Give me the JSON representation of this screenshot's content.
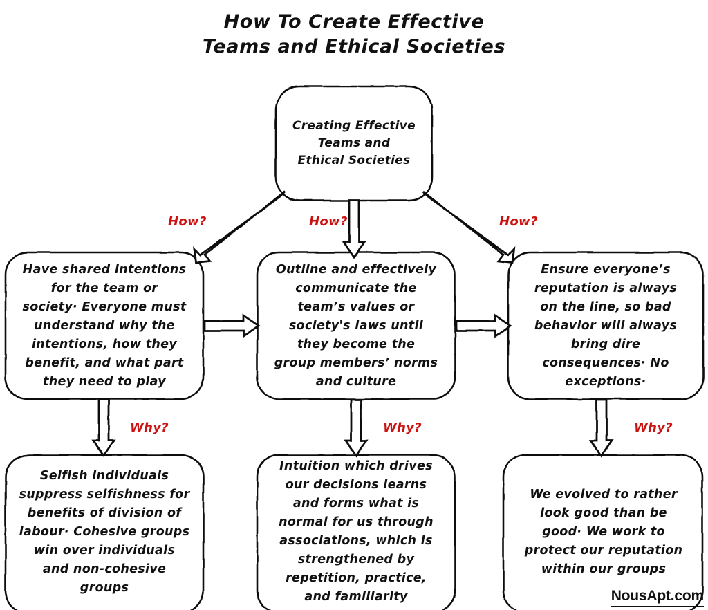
{
  "title": "How To Create Effective\nTeams and Ethical Societies",
  "colors": {
    "background": "#ffffff",
    "stroke": "#111111",
    "label_red": "#cc1111",
    "text": "#111111"
  },
  "diagram": {
    "type": "flowchart",
    "root": {
      "id": "root",
      "text": "Creating Effective\nTeams and\nEthical Societies"
    },
    "middle_row": [
      {
        "id": "m1",
        "text": "Have shared intentions\nfor the team or\nsociety· Everyone must\nunderstand why the\nintentions, how they\nbenefit, and what part\nthey need to play"
      },
      {
        "id": "m2",
        "text": "Outline and effectively\ncommunicate the\nteam’s values or\nsociety's laws until\nthey become the\ngroup members’ norms\nand culture"
      },
      {
        "id": "m3",
        "text": "Ensure everyone’s\nreputation is always\non the line, so bad\nbehavior will always\nbring dire\nconsequences· No\nexceptions·"
      }
    ],
    "bottom_row": [
      {
        "id": "b1",
        "text": "Selfish individuals\nsuppress selfishness for\nbenefits of division of\nlabour· Cohesive groups\nwin over individuals\nand non-cohesive\ngroups"
      },
      {
        "id": "b2",
        "text": "Intuition which drives\nour decisions learns\nand forms what is\nnormal for us through\nassociations, which is\nstrengthened by\nrepetition, practice,\nand familiarity"
      },
      {
        "id": "b3",
        "text": "We evolved to rather\nlook good than be\ngood· We work to\nprotect our reputation\nwithin our groups"
      }
    ],
    "edge_labels": {
      "how_left": "How?",
      "how_middle": "How?",
      "how_right": "How?",
      "why_left": "Why?",
      "why_middle": "Why?",
      "why_right": "Why?"
    },
    "edges": [
      {
        "from": "root",
        "to": "m1",
        "label": "How?",
        "direction": "diagonal-down-left"
      },
      {
        "from": "root",
        "to": "m2",
        "label": "How?",
        "direction": "down"
      },
      {
        "from": "root",
        "to": "m3",
        "label": "How?",
        "direction": "diagonal-down-right"
      },
      {
        "from": "m1",
        "to": "m2",
        "label": "",
        "direction": "right"
      },
      {
        "from": "m2",
        "to": "m3",
        "label": "",
        "direction": "right"
      },
      {
        "from": "m1",
        "to": "b1",
        "label": "Why?",
        "direction": "down"
      },
      {
        "from": "m2",
        "to": "b2",
        "label": "Why?",
        "direction": "down"
      },
      {
        "from": "m3",
        "to": "b3",
        "label": "Why?",
        "direction": "down"
      }
    ]
  },
  "watermark": "NousApt.com"
}
